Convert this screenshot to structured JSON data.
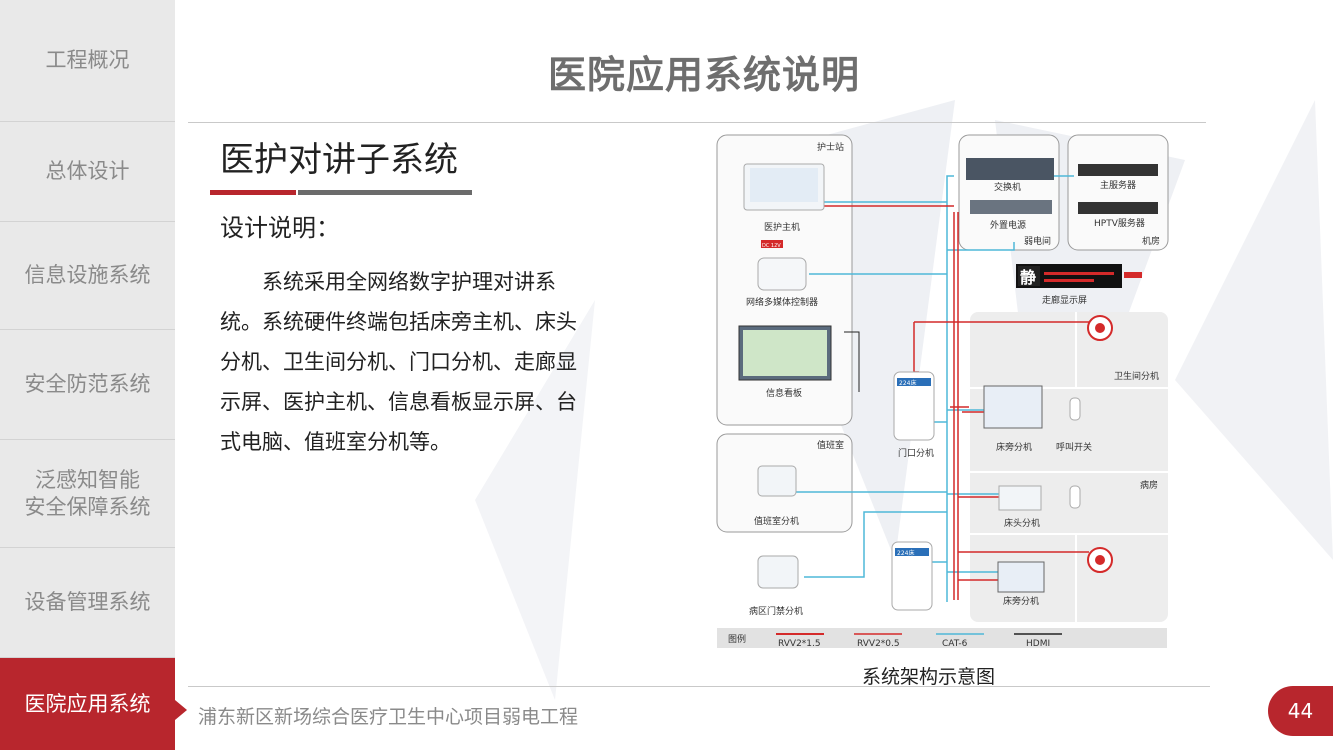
{
  "sidebar": {
    "items": [
      {
        "label": "工程概况"
      },
      {
        "label": "总体设计"
      },
      {
        "label": "信息设施系统"
      },
      {
        "label": "安全防范系统"
      },
      {
        "label": "泛感知智能\n安全保障系统"
      },
      {
        "label": "设备管理系统"
      },
      {
        "label": "医院应用系统"
      }
    ],
    "active_index": 6
  },
  "main": {
    "title": "医院应用系统说明",
    "subtitle": "医护对讲子系统",
    "design_label": "设计说明：",
    "description": "系统采用全网络数字护理对讲系统。系统硬件终端包括床旁主机、床头分机、卫生间分机、门口分机、走廊显示屏、医护主机、信息看板显示屏、台式电脑、值班室分机等。"
  },
  "diagram": {
    "caption": "系统架构示意图",
    "zones": {
      "nurse_station": "护士站",
      "duty_room": "值班室",
      "weak_room": "弱电间",
      "machine_room": "机房",
      "ward": "病房"
    },
    "devices": {
      "nurse_host": "医护主机",
      "media_controller": "网络多媒体控制器",
      "info_board": "信息看板",
      "duty_ext": "值班室分机",
      "access_ext": "病区门禁分机",
      "switch": "交换机",
      "power": "外置电源",
      "main_server": "主服务器",
      "hptv_server": "HPTV服务器",
      "corridor_display": "走廊显示屏",
      "corridor_char": "静",
      "door_ext": "门口分机",
      "bathroom_ext": "卫生间分机",
      "bedside_ext_1": "床旁分机",
      "call_switch": "呼叫开关",
      "bedhead_ext": "床头分机",
      "bedside_ext_2": "床旁分机",
      "door_screen": "224床",
      "power_tag": "DC 12V"
    },
    "legend": {
      "title": "图例",
      "items": [
        {
          "label": "RVV2*1.5",
          "color": "#d42a2a"
        },
        {
          "label": "RVV2*0.5",
          "color": "#d42a2a"
        },
        {
          "label": "CAT-6",
          "color": "#4fb8d8"
        },
        {
          "label": "HDMI",
          "color": "#222222"
        }
      ]
    },
    "colors": {
      "power": "#d42a2a",
      "network": "#4fb8d8",
      "hdmi": "#222222"
    }
  },
  "footer": {
    "project": "浦东新区新场综合医疗卫生中心项目弱电工程",
    "page_number": "44"
  },
  "colors": {
    "accent": "#b8262d",
    "sidebar_bg": "#e9e9e9"
  }
}
